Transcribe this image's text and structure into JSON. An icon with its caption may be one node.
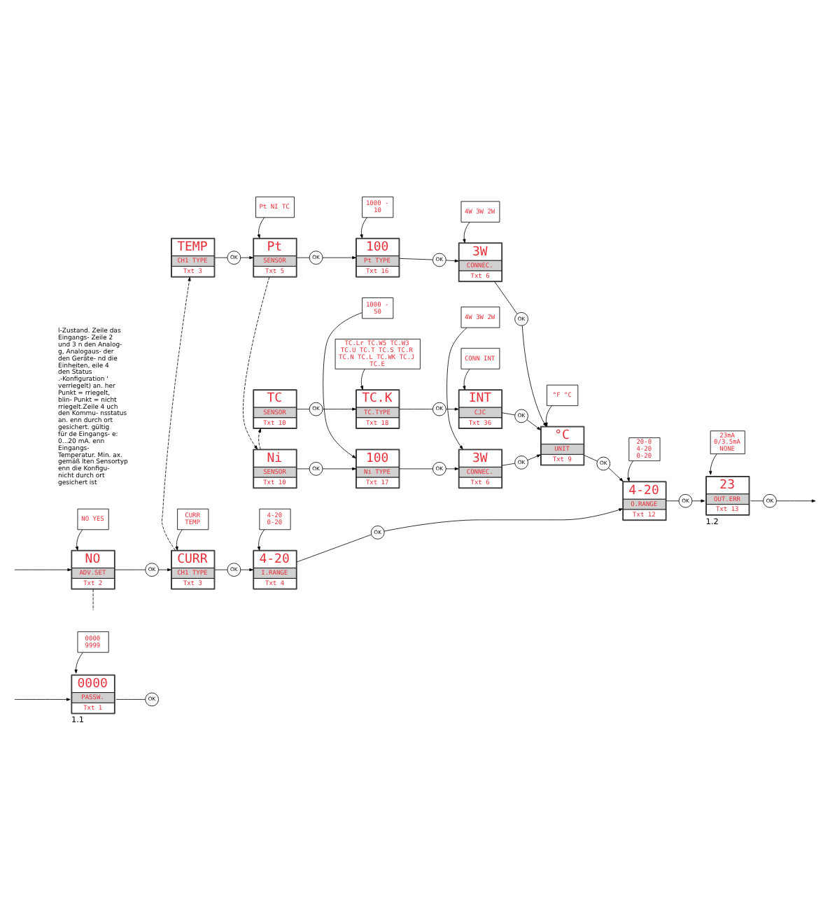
{
  "diagram": {
    "nodes": [
      {
        "text": [
          "0000",
          "PASSW.",
          "Txt 1"
        ],
        "beside": [
          "1.1"
        ]
      },
      {
        "text": [
          "0000 9999"
        ]
      },
      {
        "text": [
          "OK"
        ]
      },
      {
        "text": [
          "NO",
          "ADV.SET",
          "Txt 2"
        ]
      },
      {
        "text": [
          "NO YES"
        ]
      },
      {
        "text": [
          "OK"
        ]
      },
      {
        "text": [
          "CURR",
          "CH1 TYPE",
          "Txt 3"
        ]
      },
      {
        "text": [
          "CURR TEMP"
        ]
      },
      {
        "text": [
          "OK"
        ]
      },
      {
        "text": [
          "4-20",
          "I.RANGE",
          "Txt 4"
        ]
      },
      {
        "text": [
          "4-20 0-20"
        ]
      },
      {
        "text": [
          "OK"
        ]
      },
      {
        "text": [
          "4-20",
          "O.RANGE",
          "Txt 12"
        ]
      },
      {
        "text": [
          "20-0 4-20 0-20"
        ]
      },
      {
        "text": [
          "OK"
        ]
      },
      {
        "text": [
          "23",
          "OUT.ERR",
          "Txt 13"
        ],
        "beside": [
          "1.2"
        ]
      },
      {
        "text": [
          "23mA 0/3.5mA NONE"
        ]
      },
      {
        "text": [
          "OK"
        ]
      },
      {
        "text": [
          "°C",
          "UNIT",
          "Txt 9"
        ]
      },
      {
        "text": [
          "°F °C"
        ]
      },
      {
        "text": [
          "OK"
        ]
      },
      {
        "text": [
          "TEMP",
          "CH1 TYPE",
          "Txt 3"
        ]
      },
      {
        "text": [
          "OK"
        ]
      },
      {
        "text": [
          "Pt",
          "SENSOR",
          "Txt 5"
        ]
      },
      {
        "text": [
          "Pt NI TC"
        ]
      },
      {
        "text": [
          "OK"
        ]
      },
      {
        "text": [
          "100",
          "Pt TYPE",
          "Txt 16"
        ]
      },
      {
        "text": [
          "1000 - 10"
        ]
      },
      {
        "text": [
          "OK"
        ]
      },
      {
        "text": [
          "3W",
          "CONNEC.",
          "Txt 6"
        ]
      },
      {
        "text": [
          "4W 3W 2W"
        ]
      },
      {
        "text": [
          "OK"
        ]
      },
      {
        "text": [
          "Ni",
          "SENSOR",
          "Txt 10"
        ]
      },
      {
        "text": [
          "OK"
        ]
      },
      {
        "text": [
          "100",
          "Ni TYPE",
          "Txt 17"
        ]
      },
      {
        "text": [
          "1000 - 50"
        ]
      },
      {
        "text": [
          "OK"
        ]
      },
      {
        "text": [
          "3W",
          "CONNEC.",
          "Txt 6"
        ]
      },
      {
        "text": [
          "4W 3W 2W"
        ]
      },
      {
        "text": [
          "OK"
        ]
      },
      {
        "text": [
          "TC",
          "SENSOR",
          "Txt 10"
        ]
      },
      {
        "text": [
          "OK"
        ]
      },
      {
        "text": [
          "TC.K",
          "TC.TYPE",
          "Txt 18"
        ]
      },
      {
        "text": [
          "TC.Lr TC.W5 TC.W3 TC.U TC.T TC.S TC.R TC.N TC.L TC.WK TC.J TC.E"
        ]
      },
      {
        "text": [
          "OK"
        ]
      },
      {
        "text": [
          "INT",
          "CJC",
          "Txt 36"
        ]
      },
      {
        "text": [
          "CONN INT"
        ]
      },
      {
        "text": [
          "OK"
        ]
      }
    ],
    "edges": [
      {
        "from": null,
        "to": 0,
        "arrow": "to"
      },
      {
        "from": 1,
        "to": 0,
        "arrow": "to"
      },
      {
        "from": 0,
        "to": 2,
        "arrow": "none"
      },
      {
        "from": null,
        "to": 3,
        "arrow": "to"
      },
      {
        "from": 4,
        "to": 3,
        "arrow": "to"
      },
      {
        "from": 3,
        "to": 5,
        "arrow": "none"
      },
      {
        "from": 5,
        "to": 6,
        "arrow": "to"
      },
      {
        "from": 7,
        "to": 6,
        "arrow": "to"
      },
      {
        "from": 6,
        "to": 8,
        "arrow": "none"
      },
      {
        "from": 8,
        "to": 9,
        "arrow": "to"
      },
      {
        "from": 10,
        "to": 9,
        "arrow": "to"
      },
      {
        "from": 9,
        "to": 11,
        "arrow": "none"
      },
      {
        "from": 11,
        "to": 12,
        "arrow": "to"
      },
      {
        "from": 13,
        "to": 12,
        "arrow": "to"
      },
      {
        "from": 12,
        "to": 14,
        "arrow": "none"
      },
      {
        "from": 14,
        "to": 15,
        "arrow": "to"
      },
      {
        "from": 16,
        "to": 15,
        "arrow": "to"
      },
      {
        "from": 15,
        "to": 17,
        "arrow": "none"
      },
      {
        "from": 17,
        "to": null,
        "arrow": "to"
      },
      {
        "from": 3,
        "to": null,
        "arrow": "none",
        "style": "dashed"
      },
      {
        "from": 19,
        "to": 18,
        "arrow": "to"
      },
      {
        "from": 18,
        "to": 20,
        "arrow": "none"
      },
      {
        "from": 20,
        "to": 12,
        "arrow": "to"
      },
      {
        "from": 6,
        "to": 21,
        "arrow": "to",
        "style": "dashed"
      },
      {
        "from": 21,
        "to": 22,
        "arrow": "none"
      },
      {
        "from": 22,
        "to": 23,
        "arrow": "to"
      },
      {
        "from": 24,
        "to": 23,
        "arrow": "to"
      },
      {
        "from": 23,
        "to": 25,
        "arrow": "none"
      },
      {
        "from": 25,
        "to": 26,
        "arrow": "to"
      },
      {
        "from": 27,
        "to": 26,
        "arrow": "to"
      },
      {
        "from": 26,
        "to": 28,
        "arrow": "none"
      },
      {
        "from": 28,
        "to": 29,
        "arrow": "to"
      },
      {
        "from": 30,
        "to": 29,
        "arrow": "to"
      },
      {
        "from": 29,
        "to": 31,
        "arrow": "none"
      },
      {
        "from": 31,
        "to": 18,
        "arrow": "to"
      },
      {
        "from": 23,
        "to": 32,
        "arrow": "to",
        "style": "dashed"
      },
      {
        "from": 32,
        "to": 33,
        "arrow": "none"
      },
      {
        "from": 33,
        "to": 34,
        "arrow": "to"
      },
      {
        "from": 35,
        "to": 34,
        "arrow": "to"
      },
      {
        "from": 34,
        "to": 36,
        "arrow": "none"
      },
      {
        "from": 36,
        "to": 37,
        "arrow": "to"
      },
      {
        "from": 38,
        "to": 37,
        "arrow": "to"
      },
      {
        "from": 37,
        "to": 39,
        "arrow": "none"
      },
      {
        "from": 39,
        "to": 18,
        "arrow": "to"
      },
      {
        "from": 32,
        "to": 40,
        "arrow": "to",
        "style": "dashed"
      },
      {
        "from": 40,
        "to": 41,
        "arrow": "none"
      },
      {
        "from": 41,
        "to": 42,
        "arrow": "to"
      },
      {
        "from": 43,
        "to": 42,
        "arrow": "to"
      },
      {
        "from": 42,
        "to": 44,
        "arrow": "none"
      },
      {
        "from": 44,
        "to": 45,
        "arrow": "to"
      },
      {
        "from": 46,
        "to": 45,
        "arrow": "to"
      },
      {
        "from": 45,
        "to": 47,
        "arrow": "none"
      },
      {
        "from": 47,
        "to": 18,
        "arrow": "to"
      }
    ],
    "labels": [
      "l-Zustand. Zeile das Eingangs- Zeile 2 und 3 n den Analog- g, Analogaus- der den Geräte- nd die Einheiten, eile 4 den Status .-Konfiguration ' verriegelt) an. her Punkt = rriegelt, blin- Punkt = nicht rriegelt.Zeile 4 uch den Kommu- nsstatus an. enn durch ort gesichert. gültig für de Eingangs- e: 0...20 mA. enn Eingangs- Temperatur. Min. ax. gemäß lten Sensortyp enn die Konfigu- nicht durch ort gesichert ist"
    ]
  }
}
